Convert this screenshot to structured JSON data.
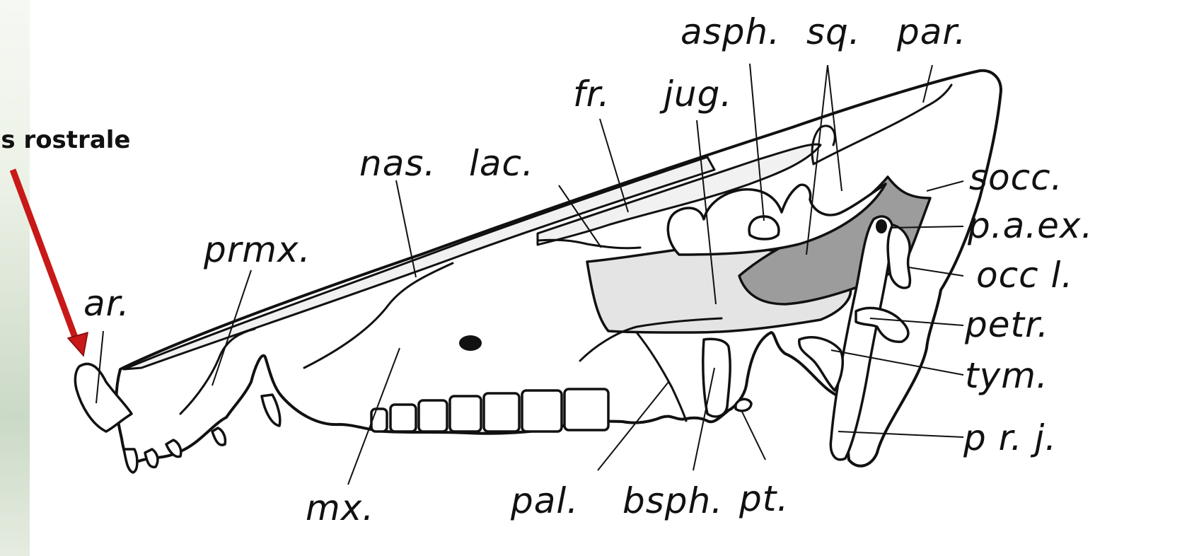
{
  "annotation": {
    "label": "os rostrale",
    "arrow_color": "#c81818"
  },
  "labels": {
    "asph": "asph.",
    "sq": "sq.",
    "par": "par.",
    "fr": "fr.",
    "jug": "jug.",
    "lac": "lac.",
    "nas": "nas.",
    "socc": "socc.",
    "p_a_ex": "p.a.ex.",
    "prmx": "prmx.",
    "occ_l": "occ l.",
    "ar": "ar.",
    "petr": "petr.",
    "tym": "tym.",
    "p_r_j": "p r. j.",
    "mx": "mx.",
    "pal": "pal.",
    "bsph": "bsph.",
    "pt": "pt."
  },
  "colors": {
    "line": "#111111",
    "light_grey": "#e4e4e4",
    "dark_grey": "#9c9c9c",
    "background": "#ffffff"
  }
}
